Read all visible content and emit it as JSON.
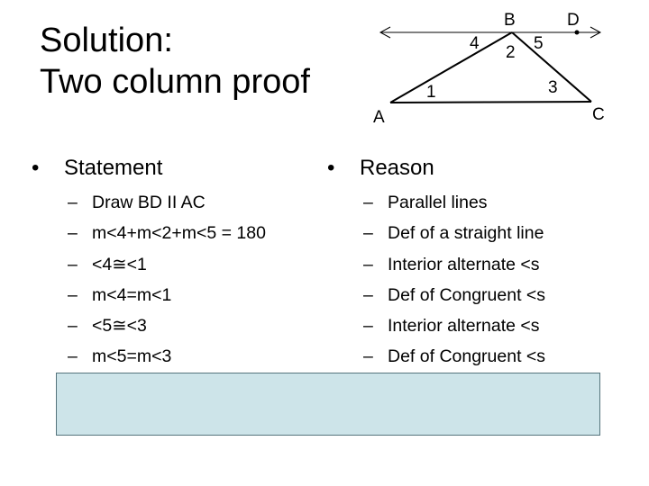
{
  "title": {
    "line1": "Solution:",
    "line2": "Two column proof"
  },
  "diagram": {
    "labels": {
      "A": "A",
      "B": "B",
      "C": "C",
      "D": "D",
      "angle1": "1",
      "angle2": "2",
      "angle3": "3",
      "angle4": "4",
      "angle5": "5"
    }
  },
  "statement": {
    "bullet": "•",
    "heading": "Statement",
    "dash": "–",
    "items": [
      "Draw BD II AC",
      "m<4+m<2+m<5 = 180",
      "<4≅<1",
      "m<4=m<1",
      "<5≅<3",
      "m<5=m<3"
    ]
  },
  "reason": {
    "bullet": "•",
    "heading": "Reason",
    "dash": "–",
    "items": [
      "Parallel lines",
      "Def of a straight line",
      "Interior alternate <s",
      "Def of Congruent <s",
      "Interior alternate <s",
      "Def of Congruent <s"
    ]
  },
  "colors": {
    "conclusion_fill": "#cde4e9",
    "conclusion_border": "#55747c"
  }
}
